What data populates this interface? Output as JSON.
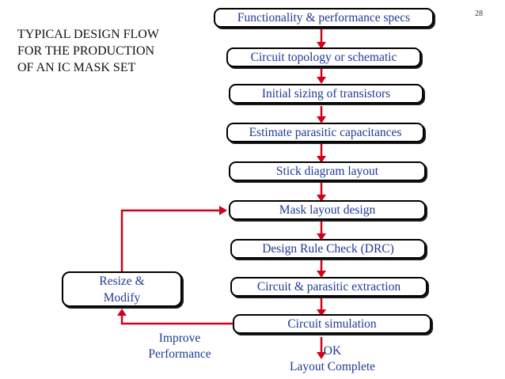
{
  "page_number": "28",
  "title_lines": [
    "TYPICAL DESIGN FLOW",
    "FOR THE PRODUCTION",
    "OF AN IC MASK SET"
  ],
  "steps": [
    "Functionality & performance specs",
    "Circuit topology or schematic",
    "Initial sizing of transistors",
    "Estimate parasitic capacitances",
    "Stick diagram layout",
    "Mask layout design",
    "Design Rule Check (DRC)",
    "Circuit & parasitic extraction",
    "Circuit simulation"
  ],
  "feedback": {
    "box_lines": [
      "Resize &",
      "Modify"
    ],
    "label_lines": [
      "Improve",
      "Performance"
    ]
  },
  "exit_label_lines": [
    "OK",
    "Layout Complete"
  ],
  "colors": {
    "arrow": "#d0021b",
    "text": "#1f3a93",
    "border": "#000000"
  }
}
